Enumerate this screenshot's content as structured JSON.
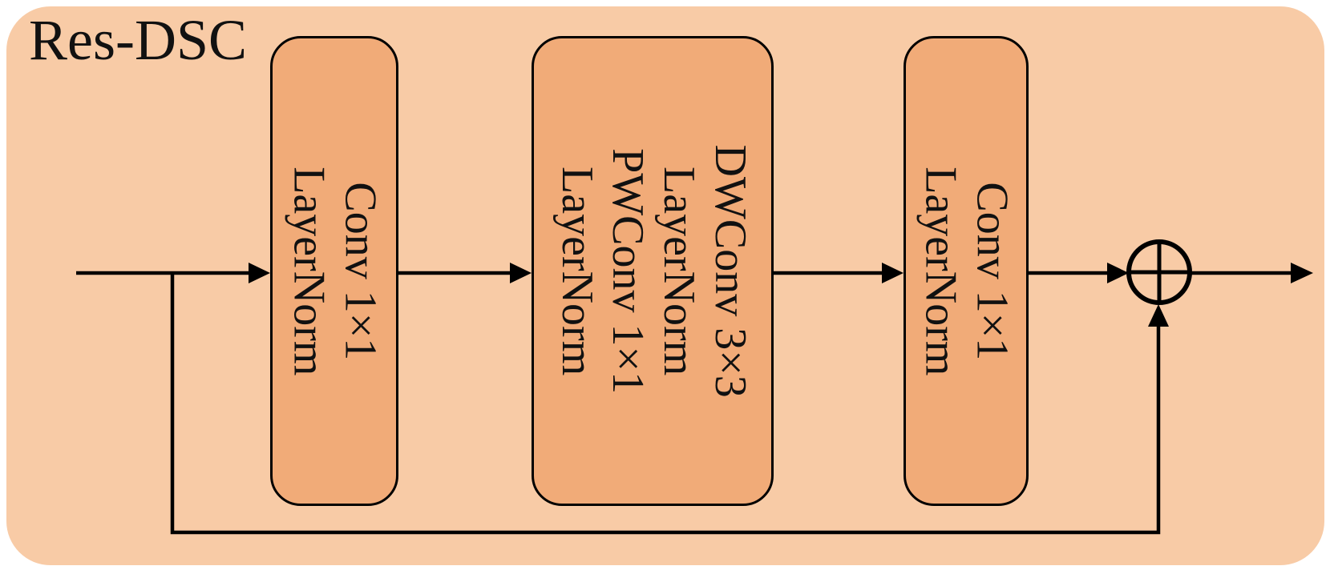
{
  "diagram": {
    "title": "Res-DSC",
    "blocks": [
      {
        "id": "pointwise-expand",
        "lines": [
          "Conv 1×1",
          "LayerNorm"
        ]
      },
      {
        "id": "depthwise-separable",
        "lines": [
          "DWConv 3×3",
          "LayerNorm",
          "PWConv 1×1",
          "LayerNorm"
        ]
      },
      {
        "id": "pointwise-project",
        "lines": [
          "Conv 1×1",
          "LayerNorm"
        ]
      }
    ],
    "operator": {
      "symbol": "⊕",
      "meaning": "element-wise addition"
    },
    "connections": [
      "input → Conv 1×1 / LayerNorm",
      "Conv 1×1 / LayerNorm → DWConv 3×3 / LayerNorm / PWConv 1×1 / LayerNorm",
      "DWConv block → Conv 1×1 / LayerNorm",
      "Conv 1×1 / LayerNorm → ⊕",
      "input skip connection → ⊕ (bottom)",
      "⊕ → output"
    ]
  },
  "colors": {
    "outer_bg": "#F8CBA6",
    "block_bg": "#F1AB78",
    "line_color": "#000000",
    "text_color": "#111111",
    "page_bg": "#FFFFFF"
  }
}
